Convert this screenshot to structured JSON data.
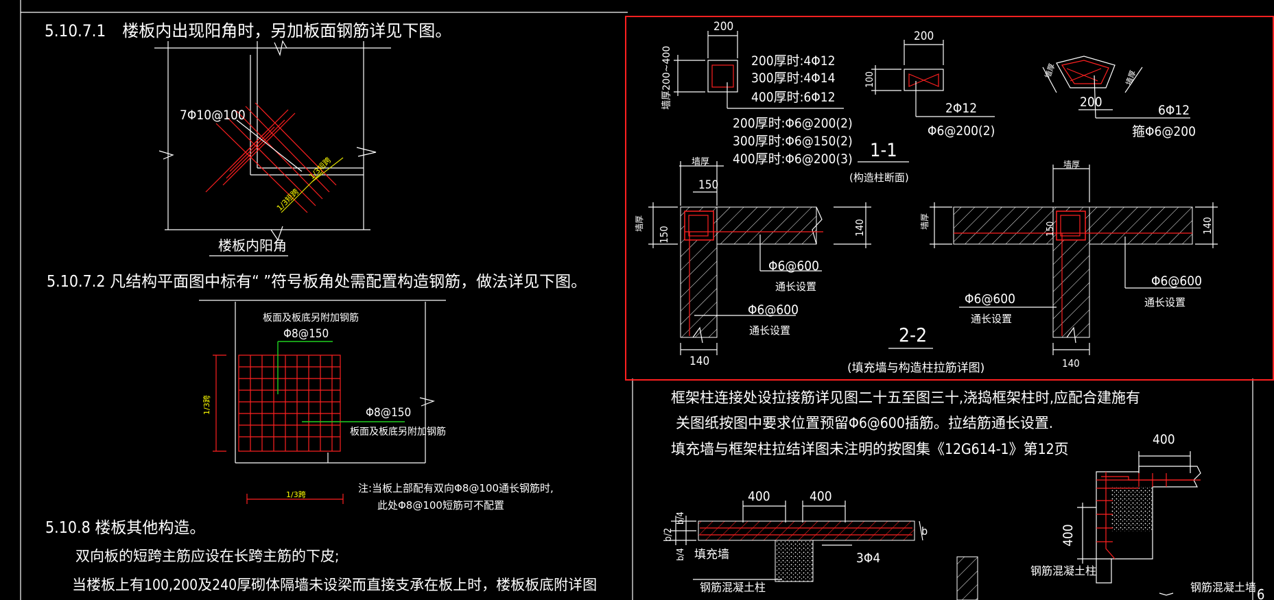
{
  "colors": {
    "background": "#000000",
    "line": "#ffffff",
    "rebar": "#ff2020",
    "highlight": "#ff2020",
    "mesh": "#20d020",
    "note": "#ffff00"
  },
  "left": {
    "s1": {
      "title": "5.10.7.1　楼板内出现阳角时，另加板面钢筋详见下图。",
      "rebar": "7Φ10@100",
      "dim_a": "1/3短跨",
      "dim_b": "1/3短跨",
      "caption": "楼板内阳角"
    },
    "s2": {
      "title": "5.10.7.2  凡结构平面图中标有“ ”符号板角处需配置构造钢筋，做法详见下图。",
      "top_label": "板面及板底另附加钢筋",
      "top_spec": "Φ8@150",
      "right_spec": "Φ8@150",
      "right_label": "板面及板底另附加钢筋",
      "side_dim": "1/3跨",
      "bottom_dim": "1/3跨",
      "note1": "注:当板上部配有双向Φ8@100通长钢筋时,",
      "note2": "此处Φ8@100短筋可不配置"
    },
    "s3": {
      "title": "5.10.8 楼板其他构造。",
      "line1": "双向板的短跨主筋应设在长跨主筋的下皮;",
      "line2": "当楼板上有100,200及240厚砌体隔墙未设梁而直接支承在板上时，楼板板底附详图"
    }
  },
  "right": {
    "sec1": {
      "w200": "200",
      "wall_thk": "墙厚200~400",
      "l200": "200厚时:4Φ12",
      "l300": "300厚时:4Φ14",
      "l400": "400厚时:6Φ12",
      "s200": "200厚时:Φ6@200(2)",
      "s300": "300厚时:Φ6@150(2)",
      "s400": "400厚时:Φ6@200(3)",
      "title": "1-1",
      "subtitle": "(构造柱断面)"
    },
    "sec2": {
      "w200": "200",
      "h100": "100",
      "bars": "2Φ12",
      "stirrup": "Φ6@200(2)"
    },
    "sec3": {
      "w200": "200",
      "bars": "6Φ12",
      "stirrup": "箍Φ6@200",
      "wall_l": "墙厚",
      "wall_r": "墙厚"
    },
    "l_wall": {
      "top": "墙厚",
      "d150": "150",
      "side": "墙厚",
      "side150": "150",
      "thk140": "140",
      "bar_a": "Φ6@600",
      "bar_a_note": "通长设置",
      "bar_b": "Φ6@600",
      "bar_b_note": "通长设置",
      "bottom140": "140"
    },
    "t_wall": {
      "top": "墙厚",
      "side": "墙厚",
      "d150": "150",
      "thk140": "140",
      "bar_r": "Φ6@600",
      "bar_r_note": "通长设置",
      "bar_l": "Φ6@600",
      "bar_l_note": "通长设置",
      "bottom140": "140"
    },
    "title2": "2-2",
    "subtitle2": "(填充墙与构造柱拉筋详图)"
  },
  "notes": {
    "line1": "框架柱连接处设拉接筋详见图二十五至图三十,浇捣框架柱时,应配合建施有",
    "line2": "关图纸按图中要求位置预留Φ6@600插筋。拉结筋通长设置.",
    "line3": "填充墙与框架柱拉结详图未注明的按图集《12G614-1》第12页"
  },
  "bottom": {
    "d400a": "400",
    "d400b": "400",
    "b2": "b/2",
    "b4a": "b/4",
    "b4b": "b/4",
    "b": "b",
    "infill": "填充墙",
    "bars": "3Φ4",
    "rc_col_a": "钢筋混凝土柱",
    "d400c": "400",
    "d400d": "400",
    "rc_col_b": "钢筋混凝土柱",
    "rc_wall": "钢筋混凝土墙",
    "page": "6"
  }
}
